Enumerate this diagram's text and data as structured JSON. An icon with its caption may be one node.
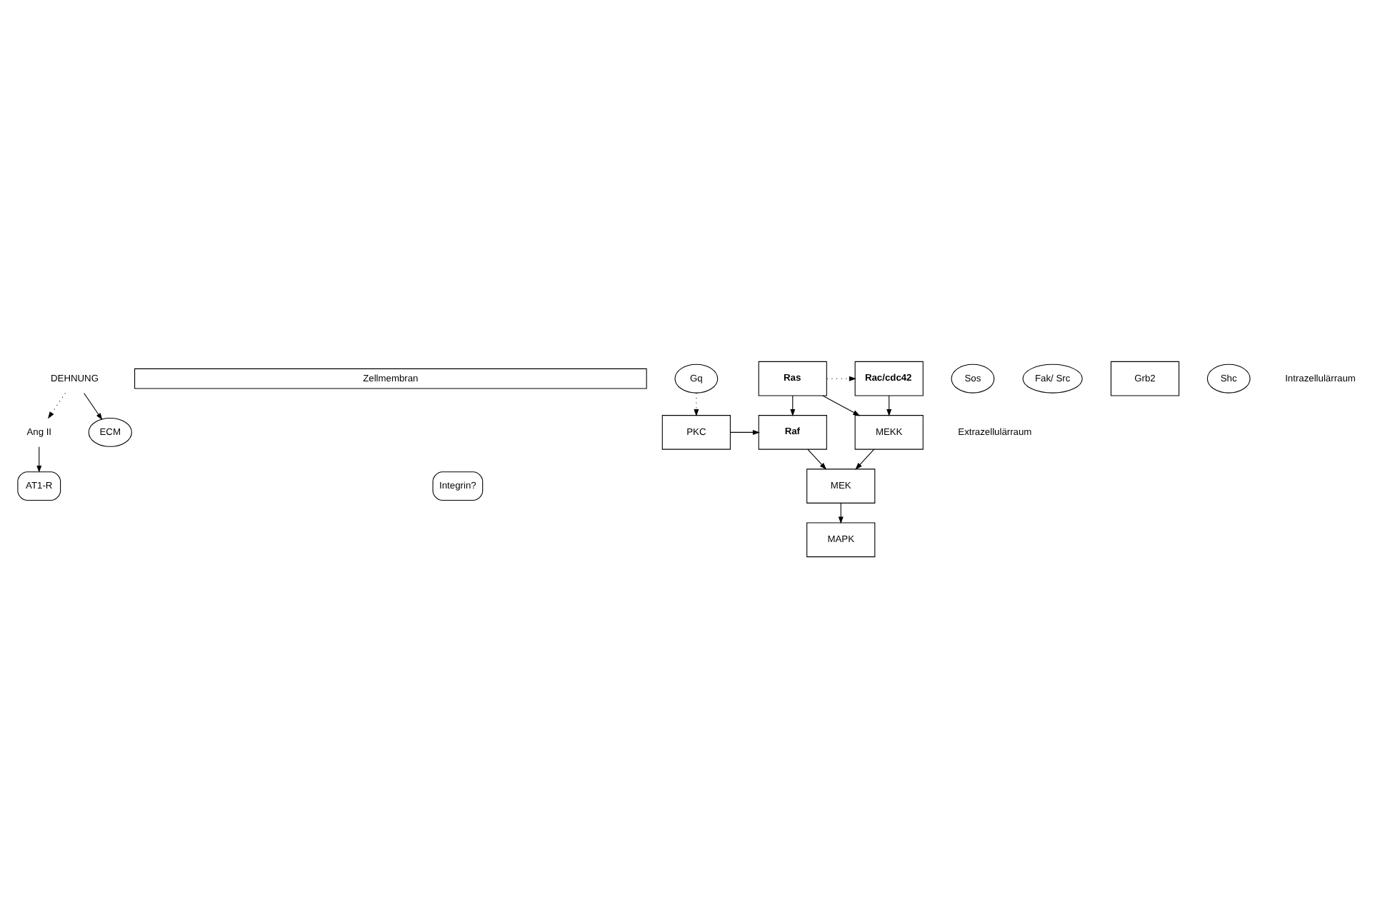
{
  "diagram": {
    "nodes": [
      {
        "text": [
          "DEHNUNG"
        ]
      },
      {
        "text": [
          "Ang II"
        ]
      },
      {
        "text": [
          "ECM"
        ]
      },
      {
        "text": [
          "Zellmembran"
        ]
      },
      {
        "text": [
          "AT1-R"
        ]
      },
      {
        "text": [
          "Integrin?"
        ]
      },
      {
        "text": [
          "Gq"
        ]
      },
      {
        "text": [
          "Sos"
        ]
      },
      {
        "text": [
          "Fak/ Src"
        ]
      },
      {
        "text": [
          "Grb2"
        ]
      },
      {
        "text": [
          "Ras"
        ]
      },
      {
        "text": [
          "Rac/cdc42"
        ]
      },
      {
        "text": [
          "Shc"
        ]
      },
      {
        "text": [
          "PKC"
        ]
      },
      {
        "text": [
          "Raf"
        ]
      },
      {
        "text": [
          "MEKK"
        ]
      },
      {
        "text": [
          "MEK"
        ]
      },
      {
        "text": [
          "MAPK"
        ]
      }
    ],
    "edges": [
      {
        "from": 0,
        "to": 1,
        "arrow": "to",
        "style": "dashed"
      },
      {
        "from": 0,
        "to": 2,
        "arrow": "to"
      },
      {
        "from": 1,
        "to": 4,
        "arrow": "to"
      },
      {
        "from": 10,
        "to": 11,
        "arrow": "to",
        "style": "dashed"
      },
      {
        "from": 6,
        "to": 13,
        "arrow": "to",
        "style": "dashed"
      },
      {
        "from": 10,
        "to": 14,
        "arrow": "to"
      },
      {
        "from": 10,
        "to": 15,
        "arrow": "to"
      },
      {
        "from": 11,
        "to": 15,
        "arrow": "to"
      },
      {
        "from": 13,
        "to": 14,
        "arrow": "to"
      },
      {
        "from": 14,
        "to": 16,
        "arrow": "to"
      },
      {
        "from": 15,
        "to": 16,
        "arrow": "to"
      },
      {
        "from": 16,
        "to": 17,
        "arrow": "to"
      }
    ],
    "labels": [
      "Extrazellulärraum",
      "Intrazellulärraum"
    ]
  }
}
